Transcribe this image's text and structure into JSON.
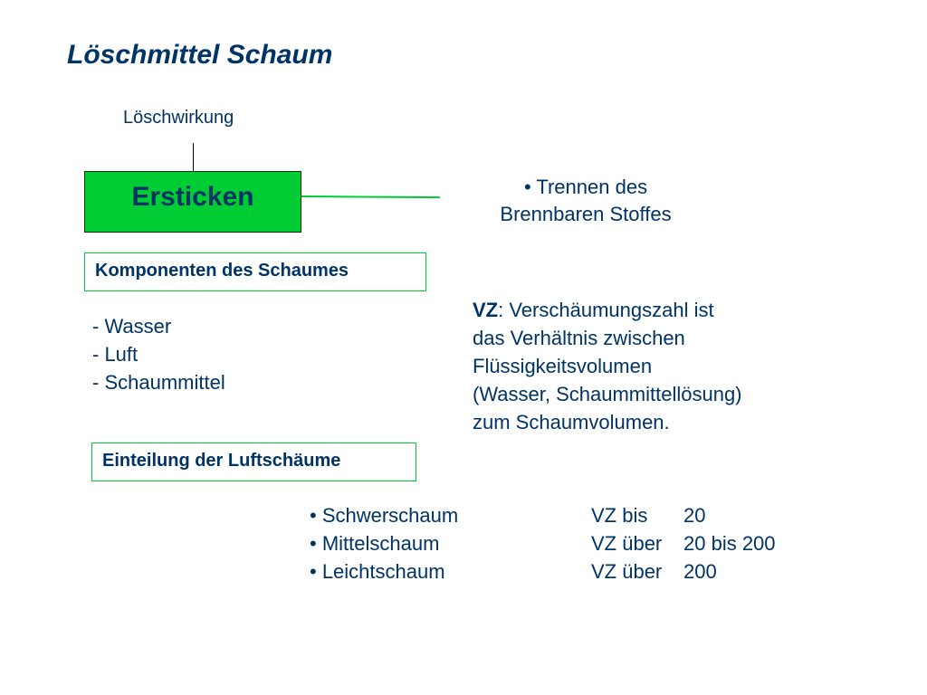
{
  "title": "Löschmittel Schaum",
  "subtitle": "Löschwirkung",
  "main_box": "Ersticken",
  "effect": {
    "line1": "• Trennen des",
    "line2": "Brennbaren Stoffes"
  },
  "components": {
    "heading": "Komponenten des Schaumes",
    "items": [
      "- Wasser",
      "- Luft",
      "- Schaummittel"
    ]
  },
  "vz": {
    "term": "VZ",
    "line1_rest": ": Verschäumungszahl ist",
    "line2": "das Verhältnis zwischen",
    "line3": "Flüssigkeitsvolumen",
    "line4": "(Wasser, Schaummittellösung)",
    "line5": "zum Schaumvolumen."
  },
  "classification": {
    "heading": "Einteilung der Luftschäume",
    "rows": [
      {
        "name": "• Schwerschaum",
        "vz": "VZ bis",
        "value": "20"
      },
      {
        "name": "• Mittelschaum",
        "vz": "VZ über",
        "value": "20 bis 200"
      },
      {
        "name": "• Leichtschaum",
        "vz": "VZ über",
        "value": "200"
      }
    ]
  },
  "colors": {
    "text": "#003366",
    "green": "#00cc33"
  }
}
